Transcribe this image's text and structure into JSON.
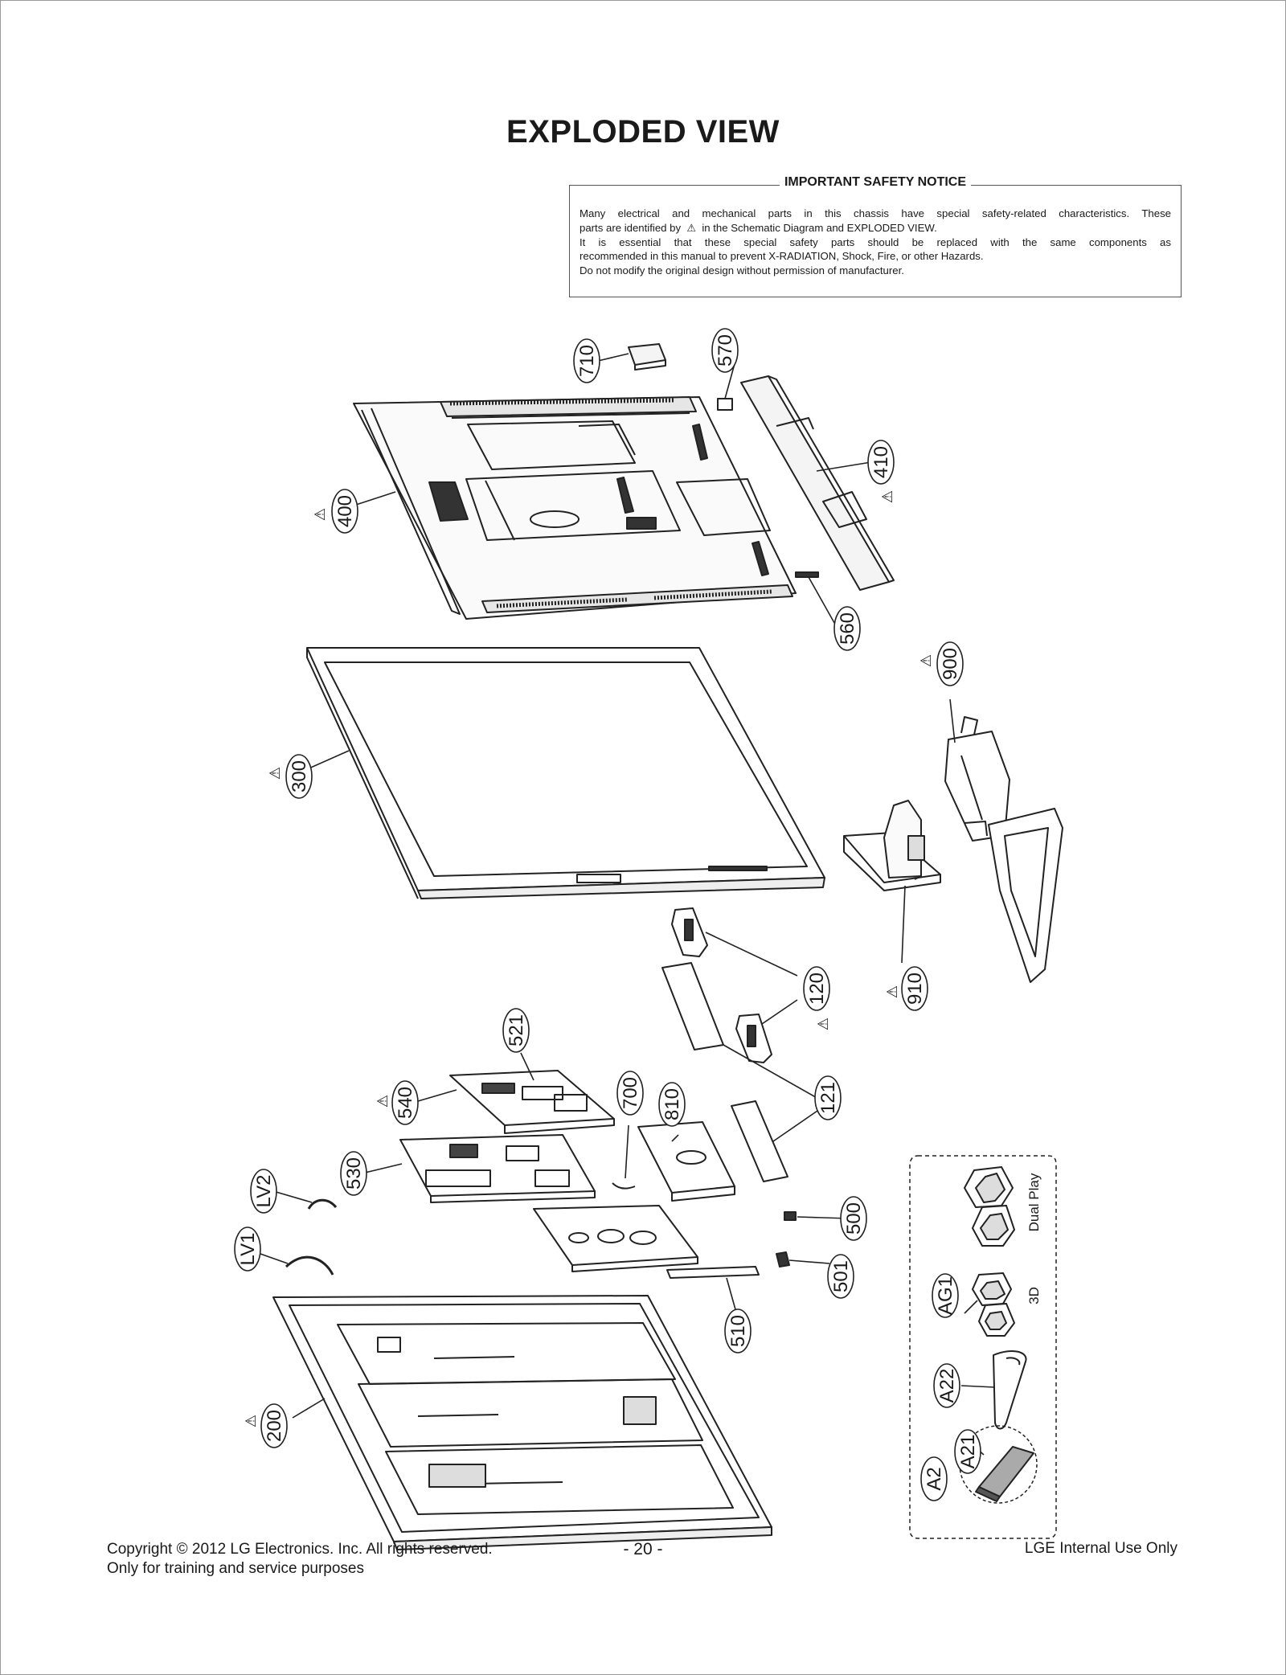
{
  "title": "EXPLODED VIEW",
  "notice": {
    "heading": "IMPORTANT SAFETY NOTICE",
    "line1": "Many electrical and mechanical parts in this chassis have special safety-related characteristics. These",
    "line2a": "parts are identified by",
    "line2b": "in the Schematic Diagram and EXPLODED VIEW.",
    "line3": "It is essential that these special safety parts should be replaced with the same components as",
    "line4": "recommended in this manual to prevent X-RADIATION, Shock, Fire, or other Hazards.",
    "line5": "Do not modify the original design without permission of manufacturer."
  },
  "warning_symbol": "warning-triangle-icon",
  "parts": {
    "p710": "710",
    "p570": "570",
    "p410": "410",
    "p400": "400",
    "p560": "560",
    "p900": "900",
    "p300": "300",
    "p910": "910",
    "p120": "120",
    "p521": "521",
    "p540": "540",
    "p700": "700",
    "p810": "810",
    "p121": "121",
    "p530": "530",
    "pLV2": "LV2",
    "pLV1": "LV1",
    "p500": "500",
    "p501": "501",
    "p510": "510",
    "p200": "200",
    "pAG1": "AG1",
    "pA22": "A22",
    "pA21": "A21",
    "pA2": "A2"
  },
  "accessory_box": {
    "dual_play": "Dual Play",
    "three_d": "3D"
  },
  "footer": {
    "copyright": "Copyright  © 2012  LG Electronics. Inc. All rights reserved.",
    "training": "Only for training and service purposes",
    "page": "- 20 -",
    "internal": "LGE Internal Use Only"
  }
}
